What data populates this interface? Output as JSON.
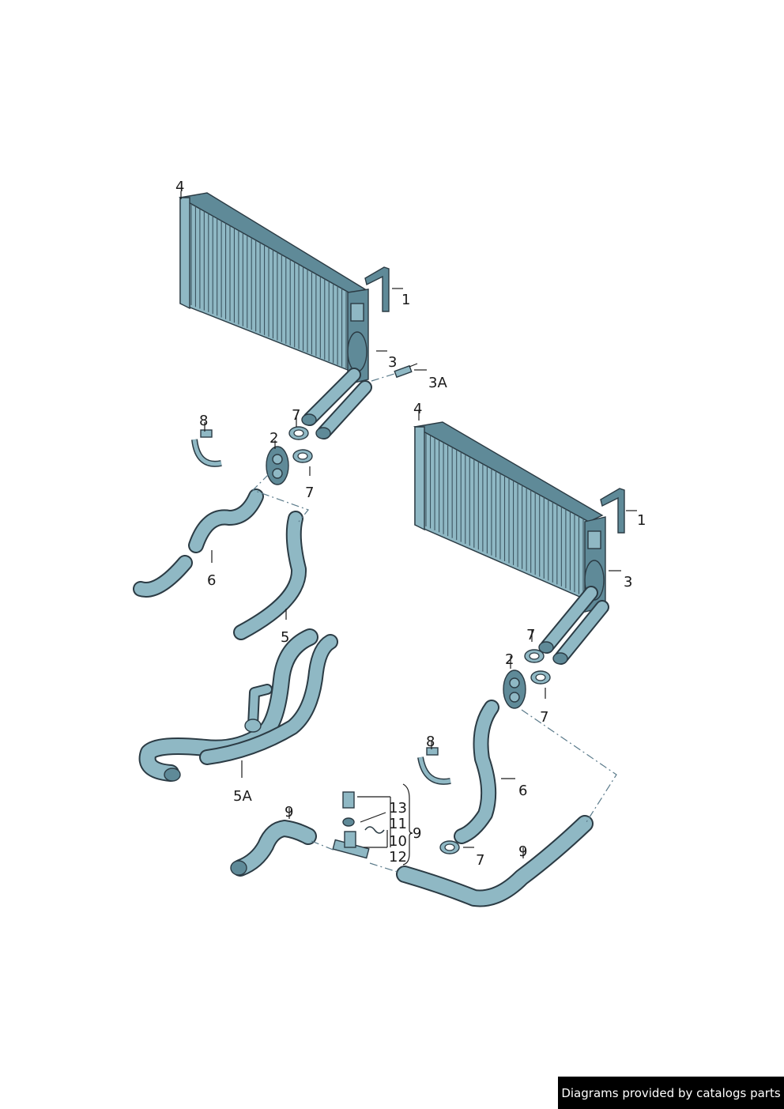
{
  "credit": "Diagrams provided by catalogs parts",
  "colors": {
    "part_fill": "#8fb8c4",
    "part_outline": "#2b3b44",
    "dash_line": "#5a7a8a"
  },
  "callouts": {
    "top_4": "4",
    "top_1": "1",
    "top_3": "3",
    "top_3a": "3A",
    "top_7a": "7",
    "top_2": "2",
    "top_8": "8",
    "top_7b": "7",
    "left_6": "6",
    "left_5": "5",
    "left_5a": "5A",
    "right_4": "4",
    "right_1": "1",
    "right_3": "3",
    "right_7a": "7",
    "right_2": "2",
    "right_7b": "7",
    "right_8": "8",
    "right_6": "6",
    "right_7c": "7",
    "bottom_9a": "9",
    "bottom_13": "13",
    "bottom_11": "11",
    "bottom_10": "10",
    "bottom_12": "12",
    "bottom_9_group": "9",
    "bottom_9b": "9"
  }
}
